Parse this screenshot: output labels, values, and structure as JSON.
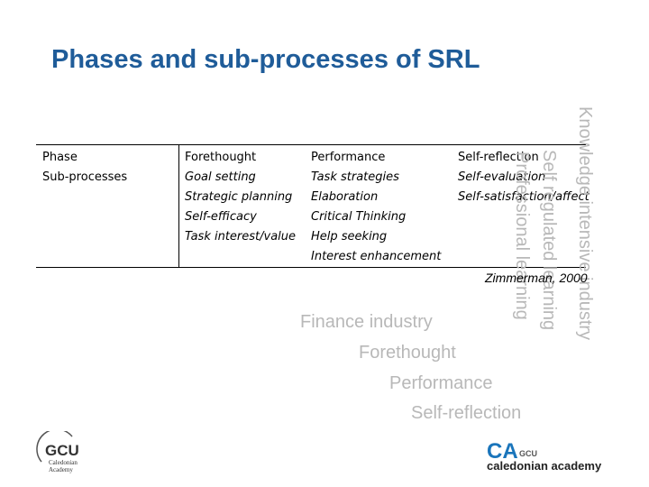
{
  "title": "Phases and sub-processes of SRL",
  "table": {
    "row_labels": [
      "Phase",
      "Sub-processes"
    ],
    "columns": [
      {
        "header": "Forethought",
        "items": [
          "Goal setting",
          "Strategic planning",
          "Self-efficacy",
          "Task interest/value"
        ]
      },
      {
        "header": "Performance",
        "items": [
          "Task strategies",
          "Elaboration",
          "Critical Thinking",
          "Help seeking",
          "Interest enhancement"
        ]
      },
      {
        "header": "Self-reflection",
        "items": [
          "Self-evaluation",
          "Self-satisfaction/affect"
        ]
      }
    ]
  },
  "citation": "Zimmerman, 2000",
  "vertical_labels": [
    "Knowledge intensive industry",
    "Self regulated learning",
    "Professional learning"
  ],
  "grey_lines": [
    "Finance industry",
    "Forethought",
    "Performance",
    "Self-reflection"
  ],
  "logos": {
    "gcu": {
      "mark": "GCU",
      "line1": "Caledonian",
      "line2": "Academy"
    },
    "ca": {
      "mark": "CA",
      "sub": "GCU",
      "name": "caledonian academy"
    }
  },
  "colors": {
    "title": "#1f5c99",
    "grey_text": "#b8b8b8",
    "ca_blue": "#1a75bb"
  }
}
